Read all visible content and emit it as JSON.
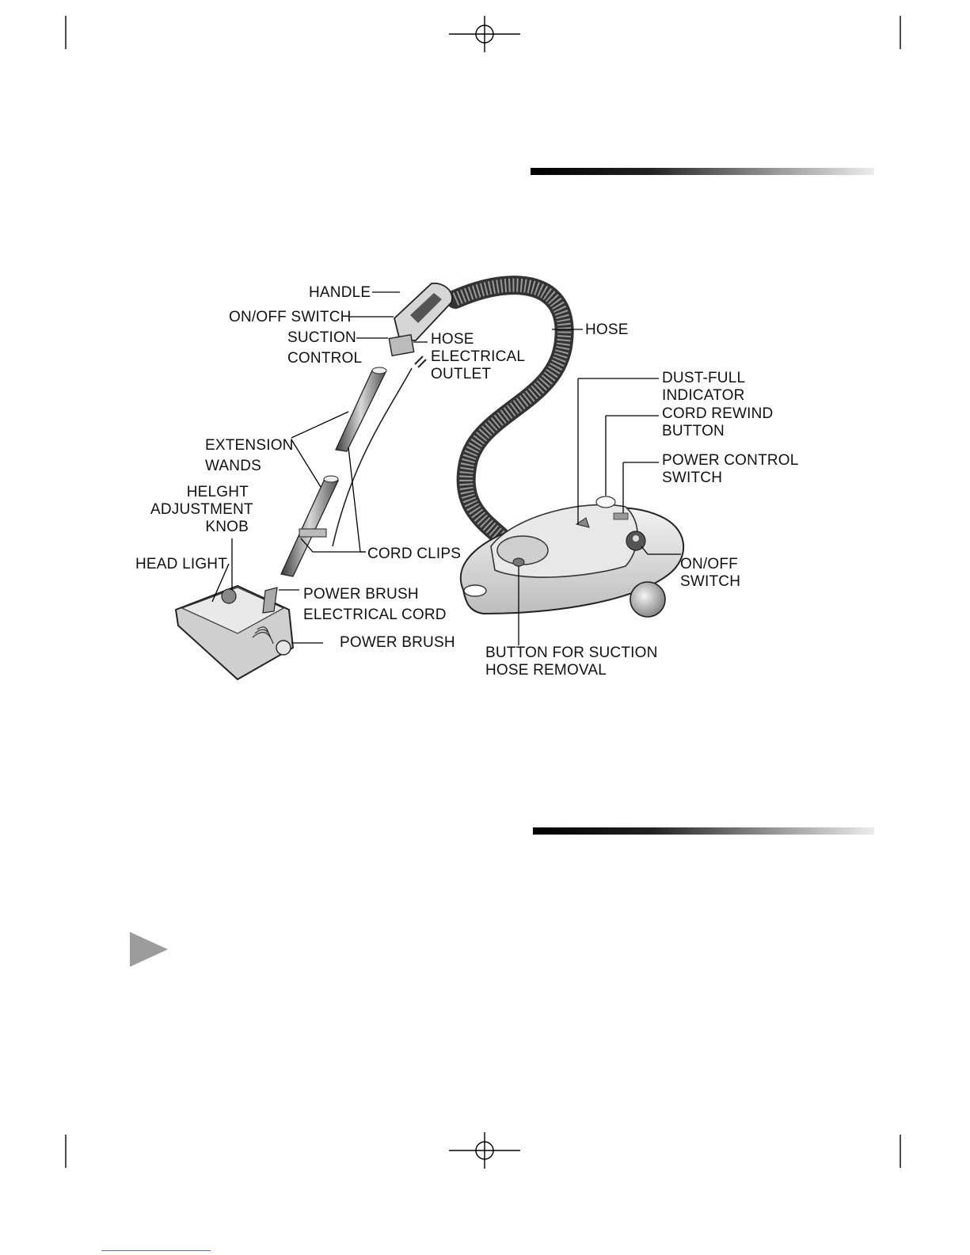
{
  "labels": {
    "handle": "HANDLE",
    "on_off_switch_handle": "ON/OFF SWITCH",
    "suction_control": [
      "SUCTION",
      "CONTROL"
    ],
    "hose_electrical_outlet": [
      "HOSE",
      "ELECTRICAL",
      "OUTLET"
    ],
    "hose": "HOSE",
    "dust_full_indicator": [
      "DUST-FULL",
      "INDICATOR"
    ],
    "cord_rewind_button": [
      "CORD REWIND",
      "BUTTON"
    ],
    "power_control_switch": [
      "POWER CONTROL",
      "SWITCH"
    ],
    "extension_wands": [
      "EXTENSION",
      "WANDS"
    ],
    "height_adjustment_knob": [
      "HELGHT",
      "ADJUSTMENT",
      "KNOB"
    ],
    "cord_clips": "CORD CLIPS",
    "head_light": "HEAD LIGHT",
    "power_brush_electrical_cord": [
      "POWER BRUSH",
      "ELECTRICAL CORD"
    ],
    "power_brush": "POWER BRUSH",
    "on_off_switch_body": [
      "ON/OFF",
      "SWITCH"
    ],
    "button_suction_hose_removal": [
      "BUTTON FOR SUCTION",
      "HOSE REMOVAL"
    ]
  }
}
